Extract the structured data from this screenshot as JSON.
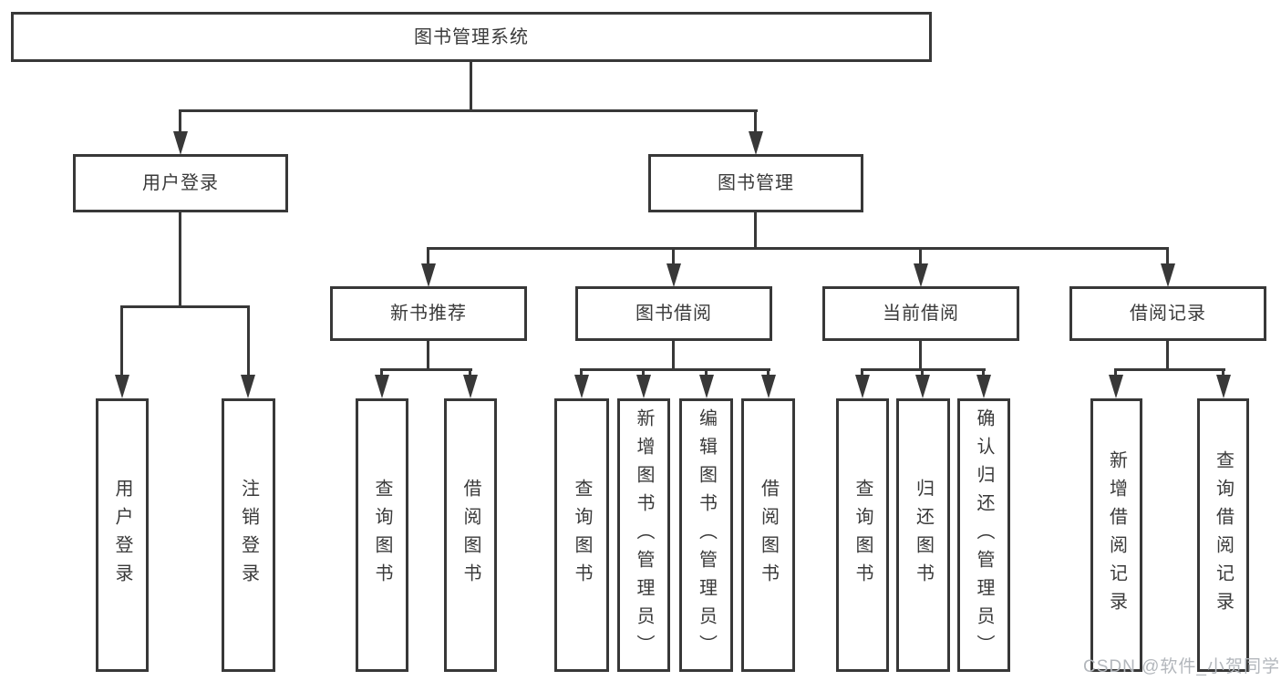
{
  "diagram": {
    "title": "图书管理系统",
    "level2": {
      "user_login": "用户登录",
      "book_management": "图书管理"
    },
    "level3": {
      "new_book_recommend": "新书推荐",
      "book_borrow": "图书借阅",
      "current_borrow": "当前借阅",
      "borrow_records": "借阅记录"
    },
    "leaves": {
      "login": [
        "用户登录",
        "注销登录"
      ],
      "recommend": [
        "查询图书",
        "借阅图书"
      ],
      "borrow": [
        "查询图书",
        "新增图书（管理员）",
        "编辑图书（管理员）",
        "借阅图书"
      ],
      "current": [
        "查询图书",
        "归还图书",
        "确认归还（管理员）"
      ],
      "records": [
        "新增借阅记录",
        "查询借阅记录"
      ]
    },
    "watermark": "CSDN @软件_小贺同学",
    "colors": {
      "line": "#383838",
      "text": "#3a3a3a",
      "background": "#ffffff",
      "watermark": "#b3b7bc"
    }
  }
}
